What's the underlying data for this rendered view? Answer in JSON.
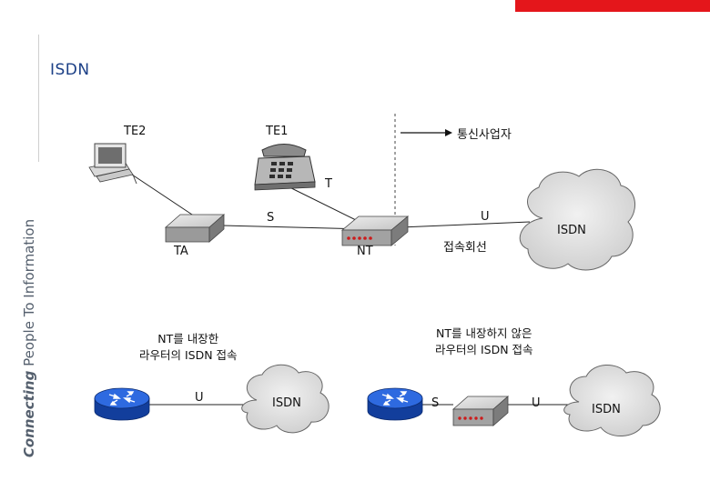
{
  "header": {
    "title": "ISDN",
    "tagline_em": "Connecting",
    "tagline_rest": " People To Information"
  },
  "top": {
    "te2": "TE2",
    "te1": "TE1",
    "carrier": "통신사업자",
    "t": "T",
    "s": "S",
    "u": "U",
    "ta": "TA",
    "nt": "NT",
    "line": "접속회선",
    "isdn": "ISDN"
  },
  "bottom_left": {
    "caption_line1": "NT를 내장한",
    "caption_line2": "라우터의 ISDN 접속",
    "u": "U",
    "isdn": "ISDN"
  },
  "bottom_right": {
    "caption_line1": "NT를 내장하지 않은",
    "caption_line2": "라우터의 ISDN 접속",
    "s": "S",
    "u": "U",
    "isdn": "ISDN"
  },
  "colors": {
    "accent_red": "#e4161b",
    "title_blue": "#1b3f86",
    "router_blue": "#1e56c8",
    "cloud_gray": "#dcdcdc",
    "led_red": "#cc1b1b"
  }
}
